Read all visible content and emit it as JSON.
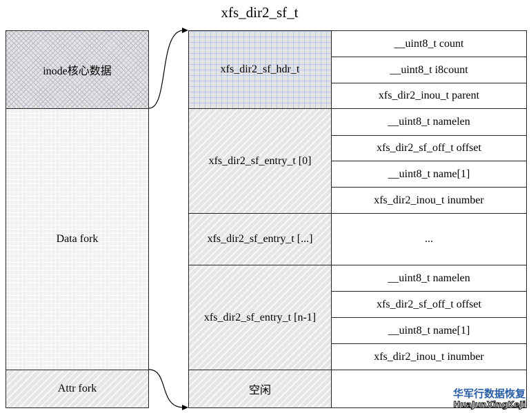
{
  "title": "xfs_dir2_sf_t",
  "left": {
    "inode": "inode核心数据",
    "data": "Data fork",
    "attr": "Attr fork"
  },
  "middle": {
    "hdr": "xfs_dir2_sf_hdr_t",
    "entry0": "xfs_dir2_sf_entry_t [0]",
    "entry_more": "xfs_dir2_sf_entry_t [...]",
    "entry_last": "xfs_dir2_sf_entry_t [n-1]",
    "free": "空闲"
  },
  "right": {
    "hdr": [
      "__uint8_t count",
      "__uint8_t i8count",
      "xfs_dir2_inou_t parent"
    ],
    "entry0": [
      "__uint8_t namelen",
      "xfs_dir2_sf_off_t offset",
      "__uint8_t name[1]",
      "xfs_dir2_inou_t inumber"
    ],
    "entry_more": "...",
    "entry_last": [
      "__uint8_t namelen",
      "xfs_dir2_sf_off_t offset",
      "__uint8_t name[1]",
      "xfs_dir2_inou_t inumber"
    ]
  },
  "watermark": {
    "cn": "华军行数据恢复",
    "en": "HuaJunXingKeJi"
  }
}
